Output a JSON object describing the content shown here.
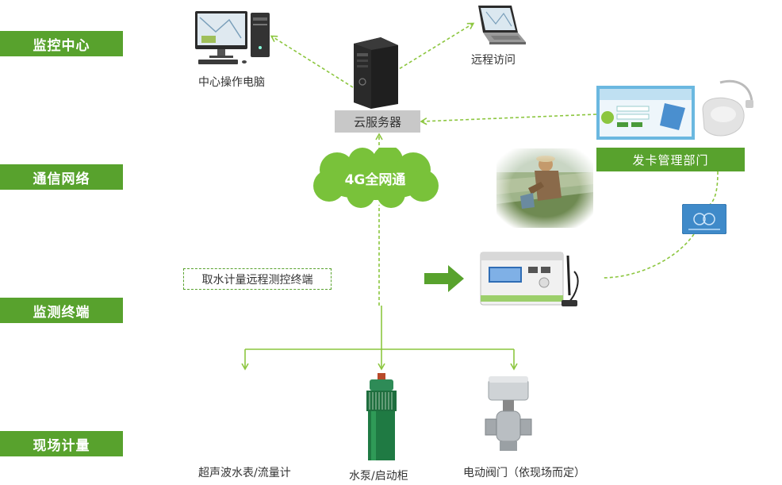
{
  "layers": {
    "monitoring_center": "监控中心",
    "communication_network": "通信网络",
    "monitoring_terminal": "监测终端",
    "field_metering": "现场计量"
  },
  "nodes": {
    "central_pc": "中心操作电脑",
    "remote_access": "远程访问",
    "cloud_server": "云服务器",
    "network": "4G全网通",
    "card_dept": "发卡管理部门",
    "terminal": "取水计量远程测控终端",
    "meter": "超声波水表/流量计",
    "pump": "水泵/启动柜",
    "valve": "电动阀门（依现场而定）"
  },
  "colors": {
    "accent": "#58a22d",
    "line": "#8cc63f",
    "server_box": "#c8c8c8"
  },
  "icons": {
    "desktop": "desktop-computer-icon",
    "laptop": "laptop-icon",
    "tower": "server-tower-icon",
    "cloud": "cloud-icon",
    "card_screen": "card-software-screen-icon",
    "card_reader": "card-reader-icon",
    "farmer": "farmer-photo",
    "ic_card": "ic-card-icon",
    "device": "terminal-device-icon",
    "arrow": "right-arrow-icon",
    "pump": "water-pump-icon",
    "valve": "electric-valve-icon"
  }
}
